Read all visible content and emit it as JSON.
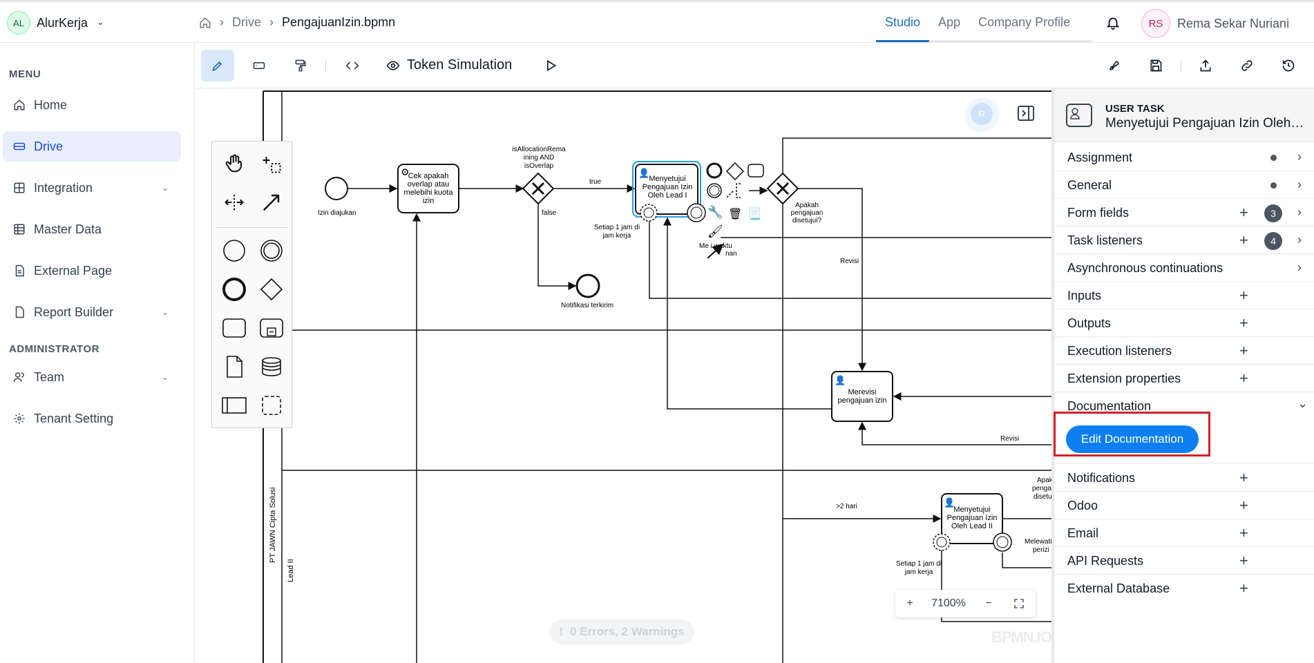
{
  "app": {
    "initials": "AL",
    "name": "AlurKerja"
  },
  "breadcrumb": {
    "drive": "Drive",
    "file": "PengajuanIzin.bpmn"
  },
  "top_tabs": [
    "Studio",
    "App",
    "Company Profile"
  ],
  "user": {
    "initials": "RS",
    "name": "Rema Sekar Nuriani"
  },
  "sidebar": {
    "menu_title": "MENU",
    "admin_title": "ADMINISTRATOR",
    "items": [
      "Home",
      "Drive",
      "Integration",
      "Master Data",
      "External Page",
      "Report Builder"
    ],
    "admin_items": [
      "Team",
      "Tenant Setting"
    ]
  },
  "toolbar": {
    "token_label": "Token Simulation"
  },
  "canvas": {
    "collaborator_initial": "R",
    "zoom": "7100%",
    "status": "0 Errors, 2 Warnings",
    "watermark": "BPMN.IO",
    "labels": {
      "start": "Izin diajukan",
      "task1_l1": "Cek apakah",
      "task1_l2": "overlap atau",
      "task1_l3": "melebihi kuota",
      "task1_l4": "izin",
      "cond_l1": "isAllocationRema",
      "cond_l2": "ining AND",
      "cond_l3": "isOverlap",
      "true": "true",
      "false": "false",
      "notif": "Notifikasi terkirim",
      "timer1_l1": "Setiap 1 jam di",
      "timer1_l2": "jam kerja",
      "taskA_l1": "Menyetujui",
      "taskA_l2": "Pengajuan Izin",
      "taskA_l3": "Oleh Lead I",
      "timeout_l1": "Me   i waktu",
      "timeout_l2": "nan",
      "gw2_l1": "Apakah",
      "gw2_l2": "pengajuan",
      "gw2_l3": "disetujui?",
      "revisi1": "Revisi",
      "revisi2": "Revisi",
      "rev_l1": "Merevisi",
      "rev_l2": "pengajuan izin",
      "gt2": ">2 hari",
      "taskB_l1": "Menyetujui",
      "taskB_l2": "Pengajuan Izin",
      "taskB_l3": "Oleh Lead II",
      "timer2_l1": "Setiap 1 jam di",
      "timer2_l2": "jam kerja",
      "melewati_l1": "Melewati",
      "melewati_l2": "perizi",
      "apak_l1": "Apak",
      "apak_l2": "penga",
      "apak_l3": "disetu",
      "lane_pool": "PT JAWN Cipta Solusi",
      "lane_lead2": "Lead II"
    }
  },
  "panel": {
    "type": "USER TASK",
    "name": "Menyetujui Pengajuan Izin Oleh Lead I",
    "rows": {
      "assignment": "Assignment",
      "general": "General",
      "form_fields": "Form fields",
      "form_fields_count": "3",
      "task_listeners": "Task listeners",
      "task_listeners_count": "4",
      "async": "Asynchronous continuations",
      "inputs": "Inputs",
      "outputs": "Outputs",
      "execution_listeners": "Execution listeners",
      "extension_properties": "Extension properties",
      "documentation": "Documentation",
      "edit_documentation": "Edit Documentation",
      "notifications": "Notifications",
      "odoo": "Odoo",
      "email": "Email",
      "api_requests": "API Requests",
      "external_database": "External Database"
    }
  },
  "colors": {
    "accent": "#1d6fb8",
    "button": "#0d7ff2",
    "highlight": "#d1202c",
    "selection": "#1aa0e6"
  }
}
